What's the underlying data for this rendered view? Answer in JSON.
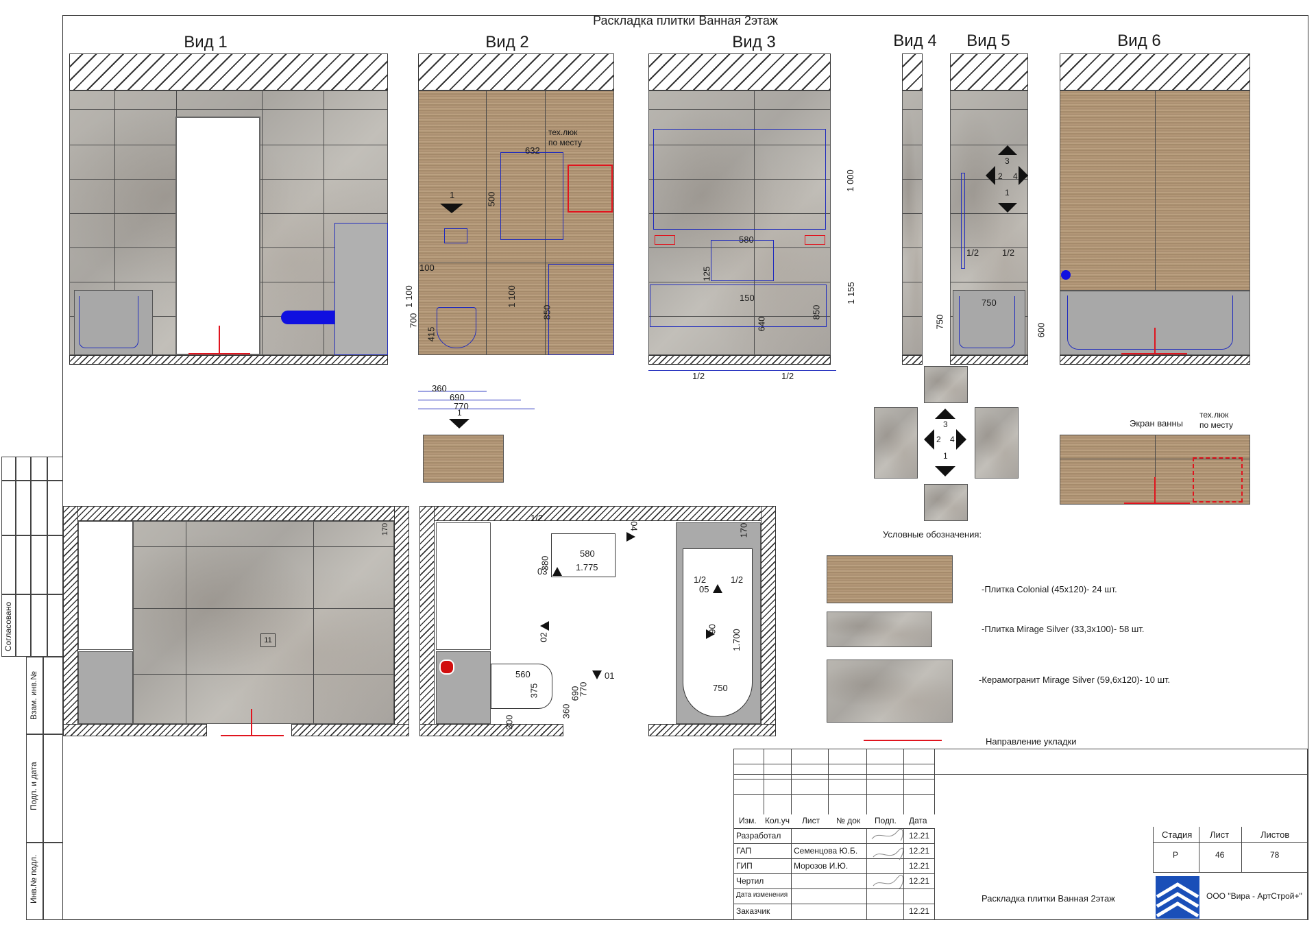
{
  "sheet": {
    "title": "Раскладка плитки Ванная 2этаж"
  },
  "views": [
    {
      "label": "Вид 1"
    },
    {
      "label": "Вид 2"
    },
    {
      "label": "Вид 3"
    },
    {
      "label": "Вид 4"
    },
    {
      "label": "Вид 5"
    },
    {
      "label": "Вид 6"
    }
  ],
  "annotations": {
    "hatch_v2": "тех.люк",
    "hatch_v2b": "по месту",
    "bath_screen": "Экран ванны",
    "hatch_v6": "тех.люк",
    "hatch_v6b": "по месту",
    "arrow_1": "1",
    "arrow_1b": "1",
    "compass": {
      "n": "3",
      "w": "2",
      "e": "4",
      "s": "1"
    },
    "compass2": {
      "n": "3",
      "w": "2",
      "e": "4",
      "s": "1"
    }
  },
  "dimensions": {
    "v2": [
      "632",
      "500",
      "100",
      "1 100",
      "1 100",
      "700",
      "415",
      "850",
      "360",
      "690",
      "770"
    ],
    "v3": [
      "1 000",
      "580",
      "125",
      "150",
      "1 155",
      "850",
      "640",
      "1/2",
      "1/2"
    ],
    "v5": [
      "1/2",
      "1/2",
      "750",
      "750",
      "600"
    ],
    "plan": [
      "170",
      "1/2",
      "380",
      "580",
      "1.775",
      "03",
      "02",
      "04",
      "05",
      "06",
      "01",
      "560",
      "375",
      "690",
      "770",
      "360",
      "300",
      "1/2",
      "1/2",
      "1.700",
      "750",
      "170",
      "11"
    ]
  },
  "legend": {
    "title": "Условные обозначения:",
    "items": [
      {
        "text": "-Плитка Colonial (45х120)- 24  шт."
      },
      {
        "text": "-Плитка Mirage Silver (33,3х100)- 58 шт."
      },
      {
        "text": "-Керамогранит Mirage Silver (59,6х120)- 10 шт."
      }
    ],
    "direction": "Направление укладки"
  },
  "side_stamp": {
    "agreed": "Согласовано",
    "inv_change": "Взам. инв.№",
    "sign_date": "Подп. и дата",
    "inv_orig": "Инв.№ подл."
  },
  "title_block": {
    "headers": [
      "Изм.",
      "Кол.уч",
      "Лист",
      "№ док",
      "Подп.",
      "Дата"
    ],
    "rows": [
      {
        "role": "Разработал",
        "name": "",
        "date": "12.21"
      },
      {
        "role": "ГАП",
        "name": "Семенцова Ю.Б.",
        "date": "12.21"
      },
      {
        "role": "ГИП",
        "name": "Морозов И.Ю.",
        "date": "12.21"
      },
      {
        "role": "Чертил",
        "name": "",
        "date": "12.21"
      },
      {
        "role": "Дата изменения",
        "name": "",
        "date": ""
      },
      {
        "role": "Заказчик",
        "name": "",
        "date": "12.21"
      }
    ],
    "stage_label": "Стадия",
    "sheet_label": "Лист",
    "sheets_label": "Листов",
    "stage": "Р",
    "sheet": "46",
    "sheets": "78",
    "drawing_name": "Раскладка плитки Ванная 2этаж",
    "company": "ООО \"Вира - АртСтрой+\""
  }
}
